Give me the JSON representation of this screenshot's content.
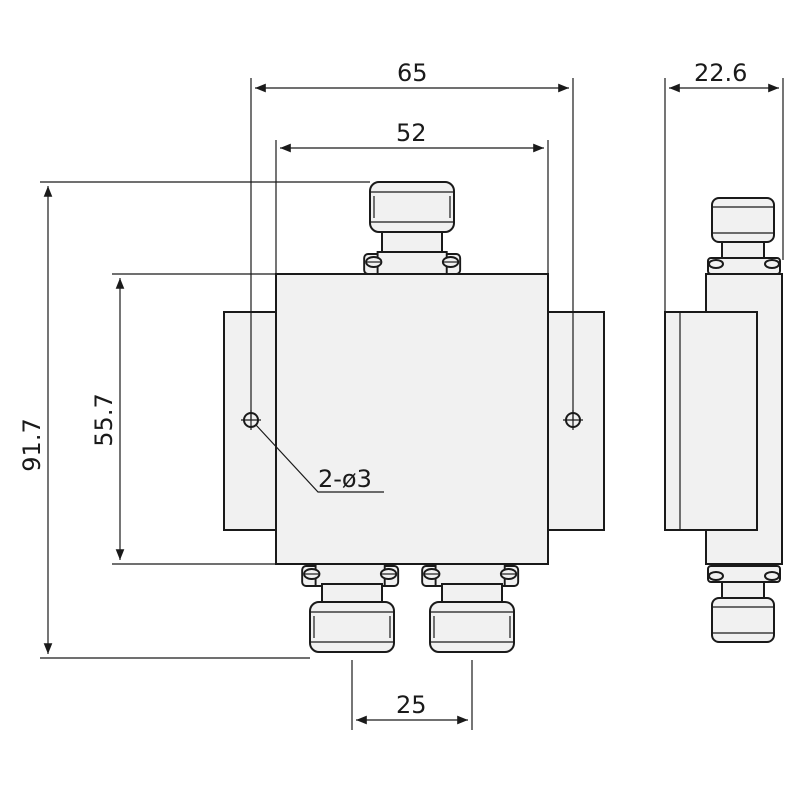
{
  "dimensions": {
    "overall_width": "65",
    "body_width": "52",
    "side_depth": "22.6",
    "overall_height": "91.7",
    "body_height": "55.7",
    "hole_callout": "2-ø3",
    "port_spacing": "25"
  }
}
